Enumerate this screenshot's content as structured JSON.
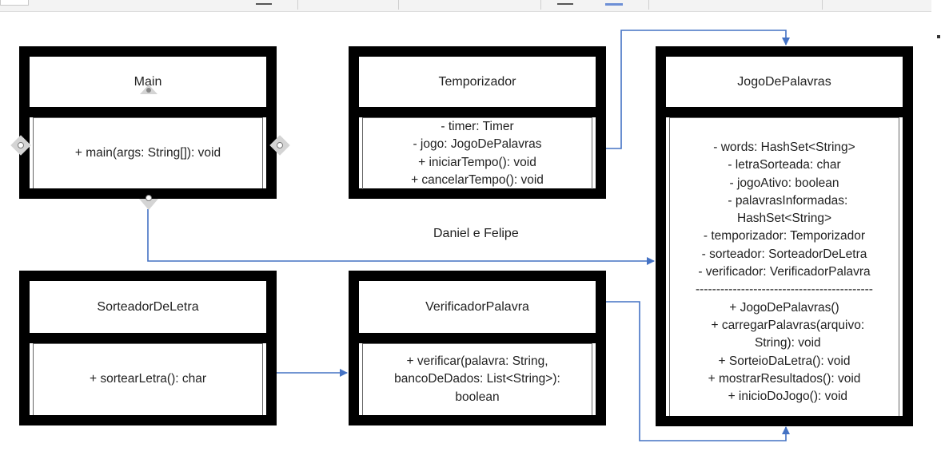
{
  "caption": "Daniel e Felipe",
  "classes": {
    "main": {
      "name": "Main",
      "members": [
        "+ main(args: String[]): void"
      ]
    },
    "temporizador": {
      "name": "Temporizador",
      "members": [
        "- timer: Timer",
        "- jogo: JogoDePalavras",
        "+ iniciarTempo(): void",
        "+ cancelarTempo(): void"
      ]
    },
    "jogo": {
      "name": "JogoDePalavras",
      "members": [
        "- words: HashSet<String>",
        "- letraSorteada: char",
        "- jogoAtivo: boolean",
        "  - palavrasInformadas:",
        "HashSet<String>",
        "- temporizador: Temporizador",
        "- sorteador: SorteadorDeLetra",
        "- verificador: VerificadorPalavra",
        "-------------------------------------------",
        "+ JogoDePalavras()",
        "  + carregarPalavras(arquivo:",
        "  String): void",
        "+ SorteioDaLetra(): void",
        "+ mostrarResultados(): void",
        "  + inicioDoJogo(): void"
      ]
    },
    "sorteador": {
      "name": "SorteadorDeLetra",
      "members": [
        "+ sortearLetra(): char"
      ]
    },
    "verificador": {
      "name": "VerificadorPalavra",
      "members": [
        "+ verificar(palavra: String,",
        "bancoDeDados: List<String>):",
        "boolean"
      ]
    }
  },
  "colors": {
    "connector": "#4472c4",
    "box_border": "#000000",
    "handle": "#d4d4d4"
  }
}
